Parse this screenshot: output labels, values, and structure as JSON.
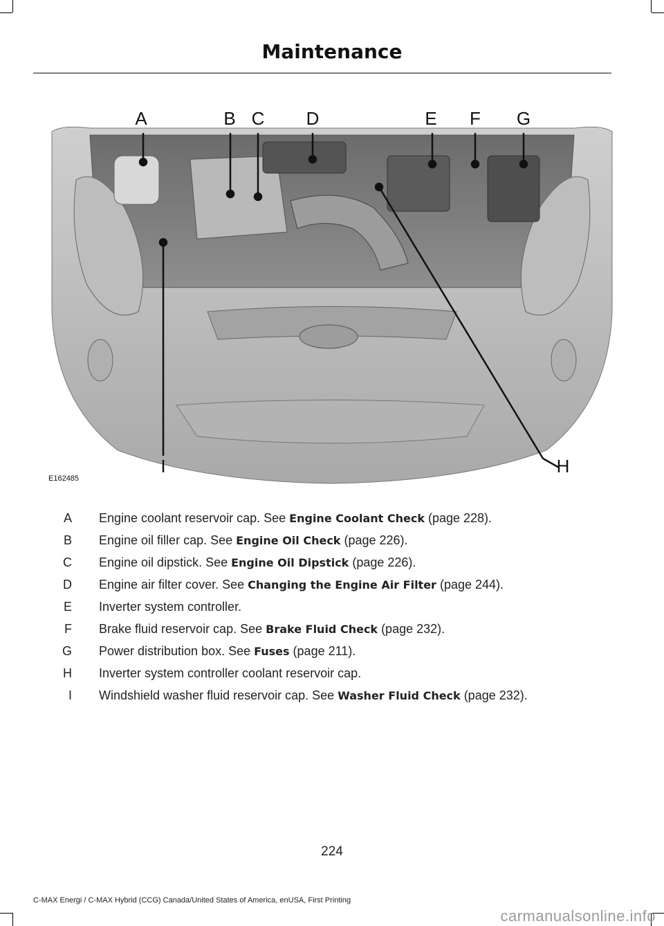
{
  "header": {
    "title": "Maintenance"
  },
  "figure": {
    "code": "E162485",
    "callouts": [
      "A",
      "B",
      "C",
      "D",
      "E",
      "F",
      "G",
      "H",
      "I"
    ]
  },
  "items": [
    {
      "letter": "A",
      "text": "Engine coolant reservoir cap.  See ",
      "ref": "Engine Coolant Check",
      "page": " (page 228)."
    },
    {
      "letter": "B",
      "text": "Engine oil filler cap.  See ",
      "ref": "Engine Oil Check",
      "page": " (page 226)."
    },
    {
      "letter": "C",
      "text": "Engine oil dipstick.  See ",
      "ref": "Engine Oil Dipstick",
      "page": " (page 226)."
    },
    {
      "letter": "D",
      "text": "Engine air filter cover.  See ",
      "ref": "Changing the Engine Air Filter",
      "page": " (page 244)."
    },
    {
      "letter": "E",
      "text": "Inverter system controller.",
      "ref": "",
      "page": ""
    },
    {
      "letter": "F",
      "text": "Brake fluid reservoir cap.  See ",
      "ref": "Brake Fluid Check",
      "page": " (page 232)."
    },
    {
      "letter": "G",
      "text": "Power distribution box.  See ",
      "ref": "Fuses",
      "page": " (page 211)."
    },
    {
      "letter": "H",
      "text": "Inverter system controller coolant reservoir cap.",
      "ref": "",
      "page": ""
    },
    {
      "letter": "I",
      "text": "Windshield washer fluid reservoir cap.  See ",
      "ref": "Washer Fluid Check",
      "page": " (page 232)."
    }
  ],
  "page_number": "224",
  "footer": "C-MAX Energi / C-MAX Hybrid (CCG) Canada/United States of America, enUSA, First Printing",
  "watermark": "carmanualsonline.info"
}
